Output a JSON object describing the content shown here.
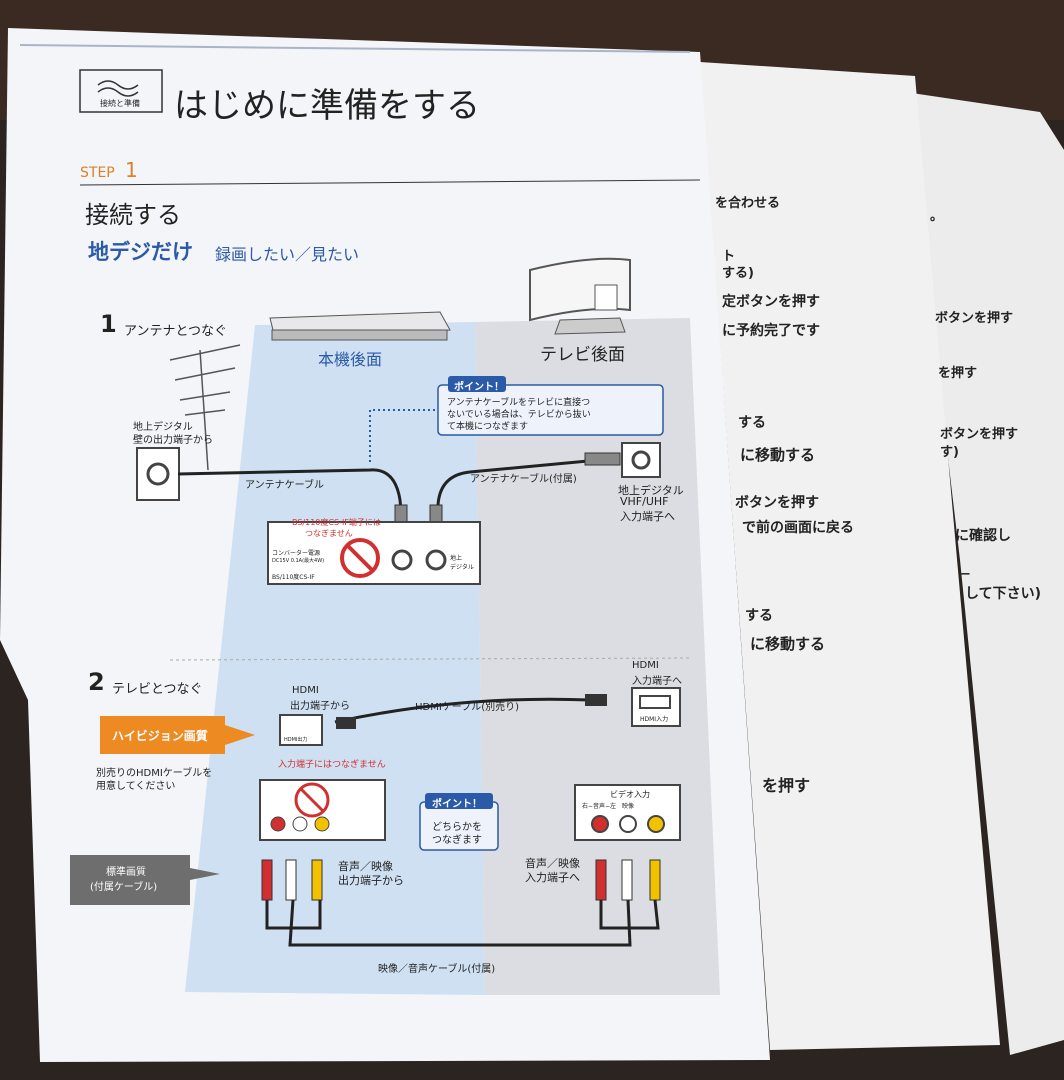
{
  "header": {
    "icon_caption": "接続と準備",
    "title": "はじめに準備をする"
  },
  "step": {
    "label": "STEP",
    "number": "1",
    "heading": "接続する",
    "sub_blue": "地デジだけ",
    "sub_rest": "録画したい／見たい"
  },
  "section1": {
    "number": "1",
    "title": "アンテナとつなぐ",
    "rear_unit": "本機後面",
    "rear_tv": "テレビ後面",
    "wall_label": [
      "地上デジタル",
      "壁の出力端子から"
    ],
    "cable_left": "アンテナケーブル",
    "cable_right": "アンテナケーブル(付属)",
    "tv_input": [
      "地上デジタル",
      "VHF/UHF",
      "入力端子へ"
    ],
    "point_title": "ポイント！",
    "point_text": [
      "アンテナケーブルをテレビに直接つ",
      "ないでいる場合は、テレビから抜い",
      "て本機につなぎます"
    ],
    "warn_text": [
      "BS/110度CS-IF端子には",
      "つなぎません"
    ],
    "panel_text": [
      "コンバーター電源",
      "DC15V 0.1A(最大4W)",
      "BS/110度CS-IF"
    ],
    "panel_right": [
      "地上",
      "デジタル"
    ]
  },
  "section2": {
    "number": "2",
    "title": "テレビとつなぐ",
    "hdmi_out": [
      "HDMI",
      "出力端子から"
    ],
    "hdmi_cable": "HDMIケーブル(別売り)",
    "hdmi_in": [
      "HDMI",
      "入力端子へ"
    ],
    "hdmi_port_label": "HDMI入力",
    "hdmi_port_out": "HDMI出力",
    "hi_vision": "ハイビジョン画質",
    "note": [
      "別売りのHDMIケーブルを",
      "用意してください"
    ],
    "warn2": "入力端子にはつなぎません",
    "point_title": "ポイント！",
    "point_text": [
      "どちらかを",
      "つなぎます"
    ],
    "standard": [
      "標準画質",
      "(付属ケーブル)"
    ],
    "av_out": [
      "音声／映像",
      "出力端子から"
    ],
    "av_in": [
      "音声／映像",
      "入力端子へ"
    ],
    "video_input": "ビデオ入力",
    "video_ports": "右−音声−左　映像",
    "av_cable": "映像／音声ケーブル(付属)"
  },
  "sheet2_lines": [
    "を合わせる",
    "ト",
    "する)",
    "定ボタンを押す",
    "に予約完了です",
    "する",
    "に移動する",
    "ボタンを押す",
    "で前の画面に戻る",
    "する",
    "に移動する",
    "を押す"
  ],
  "sheet3_lines": [
    "。",
    "ボタンを押す",
    "を押す",
    "ボタンを押す",
    "す)",
    "に確認し",
    "−",
    "して下さい)"
  ],
  "colors": {
    "paper": "#f3f4f7",
    "blue_band": "#cfe0f2",
    "gray_band": "#dcdde3",
    "title_blue": "#2a5aa8",
    "step_orange": "#d9822b",
    "hi_vision_orange": "#ee8a22",
    "warn_red": "#d23030"
  }
}
